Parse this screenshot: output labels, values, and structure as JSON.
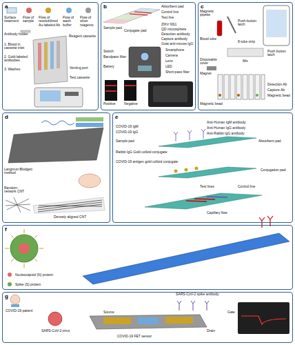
{
  "diagram": {
    "nodes": [
      {
        "text": [
          "a"
        ]
      },
      {
        "text": [
          "b"
        ]
      },
      {
        "text": [
          "c"
        ]
      },
      {
        "text": [
          "d"
        ]
      },
      {
        "text": [
          "e"
        ]
      },
      {
        "text": [
          "f"
        ]
      },
      {
        "text": [
          "g"
        ]
      }
    ],
    "labels": [
      "Surface treatment",
      "Flow of sample",
      "Flow of resolubilized Au-labeled Ab",
      "Flow of wash buffer",
      "Flow of silver reagents",
      "Antibody holder",
      "Reagent cassette",
      "1. Blood in cassette inlet",
      "2. Gold-labeled antibodies",
      "3. Washes",
      "Venting port",
      "Test cassette",
      "Absorbent pad",
      "Control line",
      "Test line",
      "Sample pad",
      "Conjugate pad",
      "ZIKV NS1",
      "QD microsphere",
      "Detection antibody",
      "Capture antibody",
      "Goat anti-mouse IgG",
      "Smartphone",
      "Camera",
      "Switch",
      "Bandpass filter",
      "Battery",
      "Lens",
      "LED",
      "Short-pass filter",
      "Positive",
      "Negative",
      "Magnetic pipette",
      "Push-button latch",
      "Blood tube",
      "8-tube strip",
      "Disposable cover",
      "Magnet",
      "Mix",
      "Push button latch",
      "Magnetic bead",
      "Detection Ab",
      "Capture Ab",
      "Magnetic bead",
      "Langmuir-Blodgett method",
      "Random-network CNT",
      "Densely aligned CNT",
      "COVID-19 IgM",
      "COVID-19 IgG",
      "Anti-Human IgM antibody",
      "Anti-Human IgG antibody",
      "Anti-Rabbit IgG antibody",
      "Sample pad",
      "Absorbent pad",
      "Rabbit IgG Gold colloid conjugate",
      "COVID-19 antigen gold colloid conjugate",
      "Conjugation pad",
      "Test lines",
      "Control line",
      "Capillary flow",
      "Nucleocapsid (N) protein",
      "Spike (S) protein",
      "SARS-CoV-2 spike antibody",
      "COVID-19 patient",
      "Source",
      "Gate",
      "Drain",
      "SARS-CoV-2-virus",
      "COVID-19 FET sensor"
    ]
  }
}
